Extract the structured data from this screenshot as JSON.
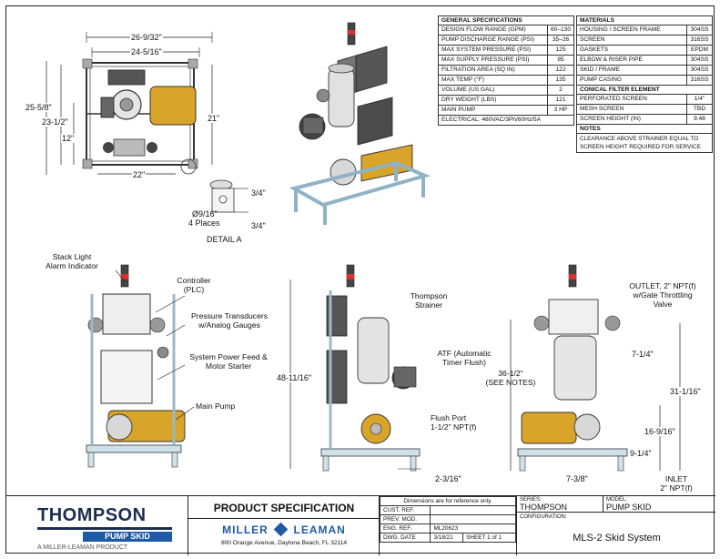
{
  "general_specifications": {
    "title": "GENERAL SPECIFICATIONS",
    "rows": [
      {
        "label": "DESIGN FLOW RANGE (GPM)",
        "value": "60–130"
      },
      {
        "label": "PUMP DISCHARGE RANGE (PSI)",
        "value": "35–26"
      },
      {
        "label": "MAX SYSTEM PRESSURE (PSI)",
        "value": "125"
      },
      {
        "label": "MAX SUPPLY PRESSURE (PSI)",
        "value": "85"
      },
      {
        "label": "FILTRATION AREA (SQ IN)",
        "value": "122"
      },
      {
        "label": "MAX TEMP (°F)",
        "value": "135"
      },
      {
        "label": "VOLUME (US GAL)",
        "value": "2"
      },
      {
        "label": "DRY WEIGHT (LBS)",
        "value": "121"
      },
      {
        "label": "MAIN PUMP",
        "value": "3 HP"
      }
    ],
    "electrical": "ELECTRICAL: 460VAC/3Ph/60Hz/5A"
  },
  "materials": {
    "title": "MATERIALS",
    "rows": [
      {
        "label": "HOUSING / SCREEN FRAME",
        "value": "304SS"
      },
      {
        "label": "SCREEN",
        "value": "316SS"
      },
      {
        "label": "GASKETS",
        "value": "EPDM"
      },
      {
        "label": "ELBOW & RISER PIPE",
        "value": "304SS"
      },
      {
        "label": "SKID / FRAME",
        "value": "304SS"
      },
      {
        "label": "PUMP CASING",
        "value": "316SS"
      }
    ],
    "conical_title": "CONICAL FILTER ELEMENT",
    "conical_rows": [
      {
        "label": "PERFORATED SCREEN",
        "value": "1/4\""
      },
      {
        "label": "MESH SCREEN",
        "value": "TBD"
      },
      {
        "label": "SCREEN HEIGHT (IN)",
        "value": "9.48"
      }
    ],
    "notes_title": "NOTES",
    "notes_text": "CLEARANCE ABOVE STRAINER EQUAL TO SCREEN HEIGHT REQUIRED FOR SERVICE"
  },
  "top_view": {
    "dims": [
      "26-9/32\"",
      "24-5/16\"",
      "25-5/8\"",
      "23-1/2\"",
      "12\"",
      "21\"",
      "22\""
    ]
  },
  "detail_a": {
    "hole": "Ø9/16\"",
    "places": "4 Places",
    "dim_top": "3/4\"",
    "dim_bottom": "3/4\"",
    "title": "DETAIL A"
  },
  "callouts": {
    "stack_light": "Stack Light\nAlarm Indicator",
    "controller": "Controller\n(PLC)",
    "transducers": "Pressure Transducers\nw/Analog Gauges",
    "power_feed": "System Power Feed &\nMotor Starter",
    "main_pump": "Main Pump",
    "strainer": "Thompson\nStrainer",
    "atf": "ATF (Automatic\nTimer Flush)",
    "flush_port": "Flush Port\n1-1/2\" NPT(f)",
    "outlet": "OUTLET, 2\" NPT(f)\nw/Gate Throttling\nValve",
    "inlet": "INLET\n2\" NPT(f)",
    "see_notes": "36-1/2\"\n(SEE NOTES)"
  },
  "side_dims": {
    "height": "48-11/16\"",
    "offset": "2-3/16\"",
    "d1": "7-1/4\"",
    "d2": "31-1/16\"",
    "d3": "16-9/16\"",
    "d4": "9-1/4\"",
    "d5": "7-3/8\""
  },
  "title_block": {
    "logo_main": "THOMPSON",
    "logo_sub": "PUMP SKID",
    "logo_tag": "A MILLER-LEAMAN PRODUCT",
    "heading": "PRODUCT SPECIFICATION",
    "company_left": "MILLER",
    "company_right": "LEAMAN",
    "address": "800 Orange Avenue, Daytona Beach, FL 32114",
    "dims_note": "Dimensions are for reference only.",
    "cust_ref_label": "CUST. REF.",
    "cust_ref": "",
    "prev_mod_label": "PREV. MOD.",
    "prev_mod": "",
    "eng_ref_label": "ENG. REF.",
    "eng_ref": "ML20623",
    "dwg_date_label": "DWG. DATE",
    "dwg_date": "3/18/21",
    "sheet": "SHEET 1 of 1",
    "series_label": "SERIES:",
    "series": "THOMPSON",
    "model_label": "MODEL:",
    "model": "PUMP SKID",
    "config_label": "CONFIGURATION:",
    "config": "MLS-2 Skid System"
  },
  "colors": {
    "motor": "#d9a42a",
    "frame": "#cfe2ea",
    "logo_blue": "#1f5aa6",
    "logo_dark": "#1b2d4f",
    "red_light": "#d63030"
  }
}
